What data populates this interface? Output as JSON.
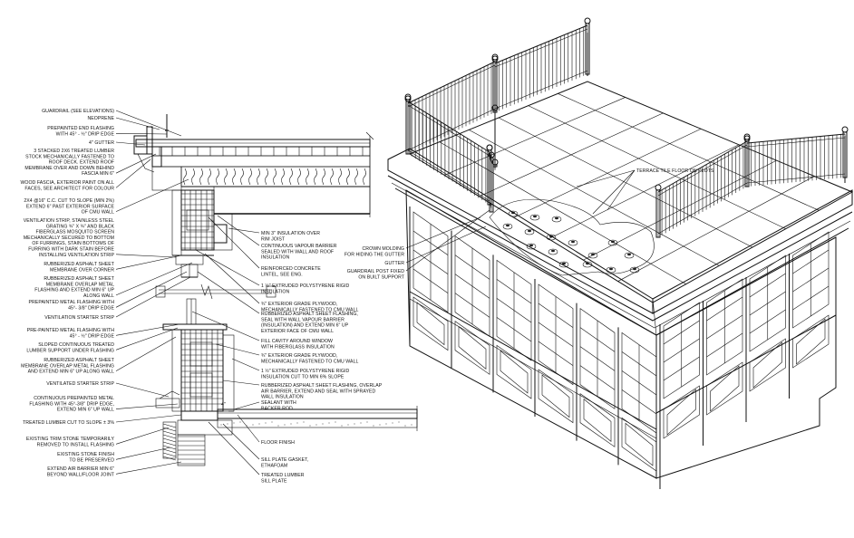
{
  "left_callouts": [
    {
      "lines": [
        "GUARDRAIL (SEE ELEVATIONS)"
      ]
    },
    {
      "lines": [
        "NEOPRENE"
      ]
    },
    {
      "lines": [
        "PREPAINTED END FLASHING",
        "WITH 45° - ½\" DRIP EDGE"
      ]
    },
    {
      "lines": [
        "4\" GUTTER"
      ]
    },
    {
      "lines": [
        "3 STACKED 2X6 TREATED LUMBER",
        "STOCK MECHANICALLY FASTENED TO",
        "ROOF DECK. EXTEND ROOF",
        "MEMBRANE OVER AND DOWN BEHIND",
        "FASCIA MIN 6\""
      ]
    },
    {
      "lines": [
        "WOOD FASCIA, EXTERIOR PAINT ON ALL",
        "FACES, SEE ARCHITECT FOR COLOUR"
      ]
    },
    {
      "lines": [
        "2X4 @16\" C.C. CUT TO SLOPE (MIN 2%)",
        "EXTEND 6\" PAST EXTERIOR SURFACE",
        "OF CMU WALL"
      ]
    },
    {
      "lines": [
        "VENTILATION STRIP, STAINLESS STEEL",
        "GRATING ¾\" X ¾\" AND BLACK",
        "FIBERGLASS MOSQUITO SCREEN",
        "MECHANICALLY SECURED TO BOTTOM",
        "OF FURRINGS, STAIN BOTTOMS OF",
        "FURRING WITH DARK STAIN BEFORE",
        "INSTALLING VENTILATION STRIP"
      ]
    },
    {
      "lines": [
        "RUBBERIZED ASPHALT SHEET",
        "MEMBRANE OVER CORNER"
      ]
    },
    {
      "lines": [
        "RUBBERIZED ASPHALT SHEET",
        "MEMBRANE OVERLAP METAL",
        "FLASHING AND EXTEND MIN 6\" UP",
        "ALONG WALL"
      ]
    },
    {
      "lines": [
        "PREPAINTED METAL FLASHING WITH",
        "45°- 3/8\" DRIP EDGE"
      ]
    },
    {
      "lines": [
        "VENTILATION STARTER STRIP"
      ]
    },
    {
      "lines": [
        "PRE-PAINTED METAL FLASHING WITH",
        "45° - ½\" DRIP EDGE"
      ]
    },
    {
      "lines": [
        "SLOPED CONTINUOUS TREATED",
        "LUMBER SUPPORT UNDER FLASHING"
      ]
    },
    {
      "lines": [
        "RUBBERIZED ASPHALT SHEET",
        "MEMBRANE OVERLAP METAL FLASHING",
        "AND EXTEND MIN 6\" UP ALONG WALL"
      ]
    },
    {
      "lines": [
        "VENTILATED STARTER STRIP"
      ]
    },
    {
      "lines": [
        "CONTINUOUS PREPAINTED METAL",
        "FLASHING WITH 45°-3/8\" DRIP EDGE,",
        "EXTEND MIN 6\" UP WALL"
      ]
    },
    {
      "lines": [
        "TREATED LUMBER CUT TO SLOPE ± 3%"
      ]
    },
    {
      "lines": [
        "EXISTING TRIM STONE TEMPORARILY",
        "REMOVED TO INSTALL FLASHING"
      ]
    },
    {
      "lines": [
        "EXISTING STONE FINISH",
        "TO BE PRESERVED"
      ]
    },
    {
      "lines": [
        "EXTEND AIR BARRIER MIN 6\"",
        "BEYOND WALL/FLOOR JOINT"
      ]
    }
  ],
  "right_callouts": [
    {
      "lines": [
        "MIN 3\" INSULATION OVER",
        "RIM JOIST"
      ]
    },
    {
      "lines": [
        "CONTINUOUS VAPOUR BARRIER",
        "SEALED WITH WALL AND ROOF",
        "INSULATION"
      ]
    },
    {
      "lines": [
        "REINFORCED CONCRETE",
        "LINTEL, SEE ENG."
      ]
    },
    {
      "lines": [
        "1 ½\" EXTRUDED POLYSTYRENE RIGID",
        "INSULATION"
      ]
    },
    {
      "lines": [
        "¾\" EXTERIOR GRADE PLYWOOD,",
        "MECHANICALLY FASTENED TO CMU WALL"
      ]
    },
    {
      "lines": [
        "RUBBERIZED ASPHALT SHEET FLASHING,",
        "SEAL WITH WALL VAPOUR BARRIER",
        "(INSULATION) AND EXTEND MIN 6\" UP",
        "EXTERIOR FACE OF CMU WALL"
      ]
    },
    {
      "lines": [
        "FILL CAVITY AROUND WINDOW",
        "WITH FIBERGLASS INSULATION"
      ]
    },
    {
      "lines": [
        "¾\" EXTERIOR GRADE PLYWOOD,",
        "MECHANICALLY FASTENED TO CMU WALL"
      ]
    },
    {
      "lines": [
        "1 ½\" EXTRUDED POLYSTYRENE RIGID",
        "INSULATION CUT TO MIN 6% SLOPE"
      ]
    },
    {
      "lines": [
        "RUBBERIZED ASPHALT SHEET FLASHING, OVERLAP",
        "AIR BARRIER, EXTEND AND SEAL WITH SPRAYED",
        "WALL INSULATION"
      ]
    },
    {
      "lines": [
        "SEALANT WITH",
        "BACKER ROD"
      ]
    },
    {
      "lines": [
        "FLOOR FINISH"
      ]
    },
    {
      "lines": [
        "SILL PLATE GASKET,",
        "ETHAFOAM"
      ]
    },
    {
      "lines": [
        "TREATED LUMBER",
        "SILL PLATE"
      ]
    }
  ],
  "iso_callouts": [
    {
      "lines": [
        "TERRACE TILE FLOOR ON PLOTS"
      ]
    },
    {
      "lines": [
        "CROWN MOLDING",
        "FOR HIDING THE GUTTER"
      ]
    },
    {
      "lines": [
        "GUTTER"
      ]
    },
    {
      "lines": [
        "GUARDRAIL POST FIXED",
        "ON BUILT SUPPORT"
      ]
    }
  ],
  "dimension_label": "4\""
}
